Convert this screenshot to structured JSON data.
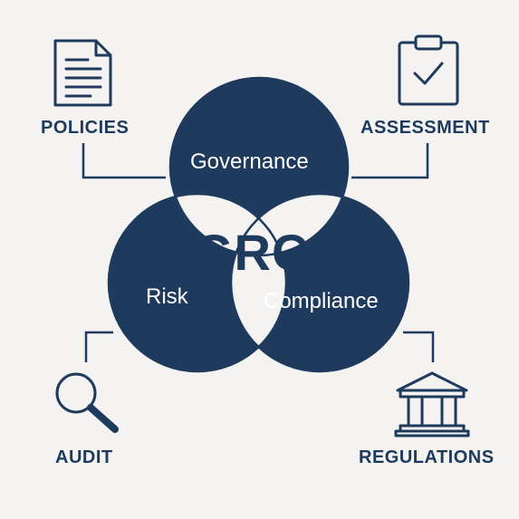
{
  "center_label": "GRC",
  "circles": {
    "top": "Governance",
    "left": "Risk",
    "right": "Compliance"
  },
  "corners": {
    "top_left": "POLICIES",
    "top_right": "ASSESSMENT",
    "bottom_left": "AUDIT",
    "bottom_right": "REGULATIONS"
  },
  "icons": {
    "top_left": "document-icon",
    "top_right": "clipboard-check-icon",
    "bottom_left": "magnifier-icon",
    "bottom_right": "bank-building-icon"
  },
  "colors": {
    "background": "#f4f3f1",
    "primary": "#1e3a5c",
    "circle_fill": "#1e3a5c",
    "text_on_circle": "#ffffff"
  }
}
